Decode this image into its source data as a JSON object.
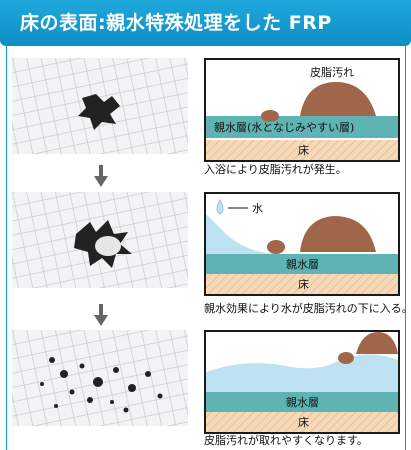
{
  "header": {
    "title": "床の表面:親水特殊処理をした FRP"
  },
  "colors": {
    "title_bg": "#1a9ad3",
    "hydrophilic_layer": "#5fb3b3",
    "floor": "#f6d9b9",
    "stain": "#a0664a",
    "water": "#bfe2f2"
  },
  "steps": [
    {
      "diagram": {
        "stain_label": "皮脂汚れ",
        "layer_label": "親水層(水となじみやすい層)",
        "floor_label": "床"
      },
      "caption": "入浴により皮脂汚れが発生。"
    },
    {
      "diagram": {
        "water_label": "水",
        "layer_label": "親水層",
        "floor_label": "床"
      },
      "caption": "親水効果により水が皮脂汚れの下に入る。"
    },
    {
      "diagram": {
        "layer_label": "親水層",
        "floor_label": "床"
      },
      "caption": "皮脂汚れが取れやすくなります。"
    }
  ]
}
